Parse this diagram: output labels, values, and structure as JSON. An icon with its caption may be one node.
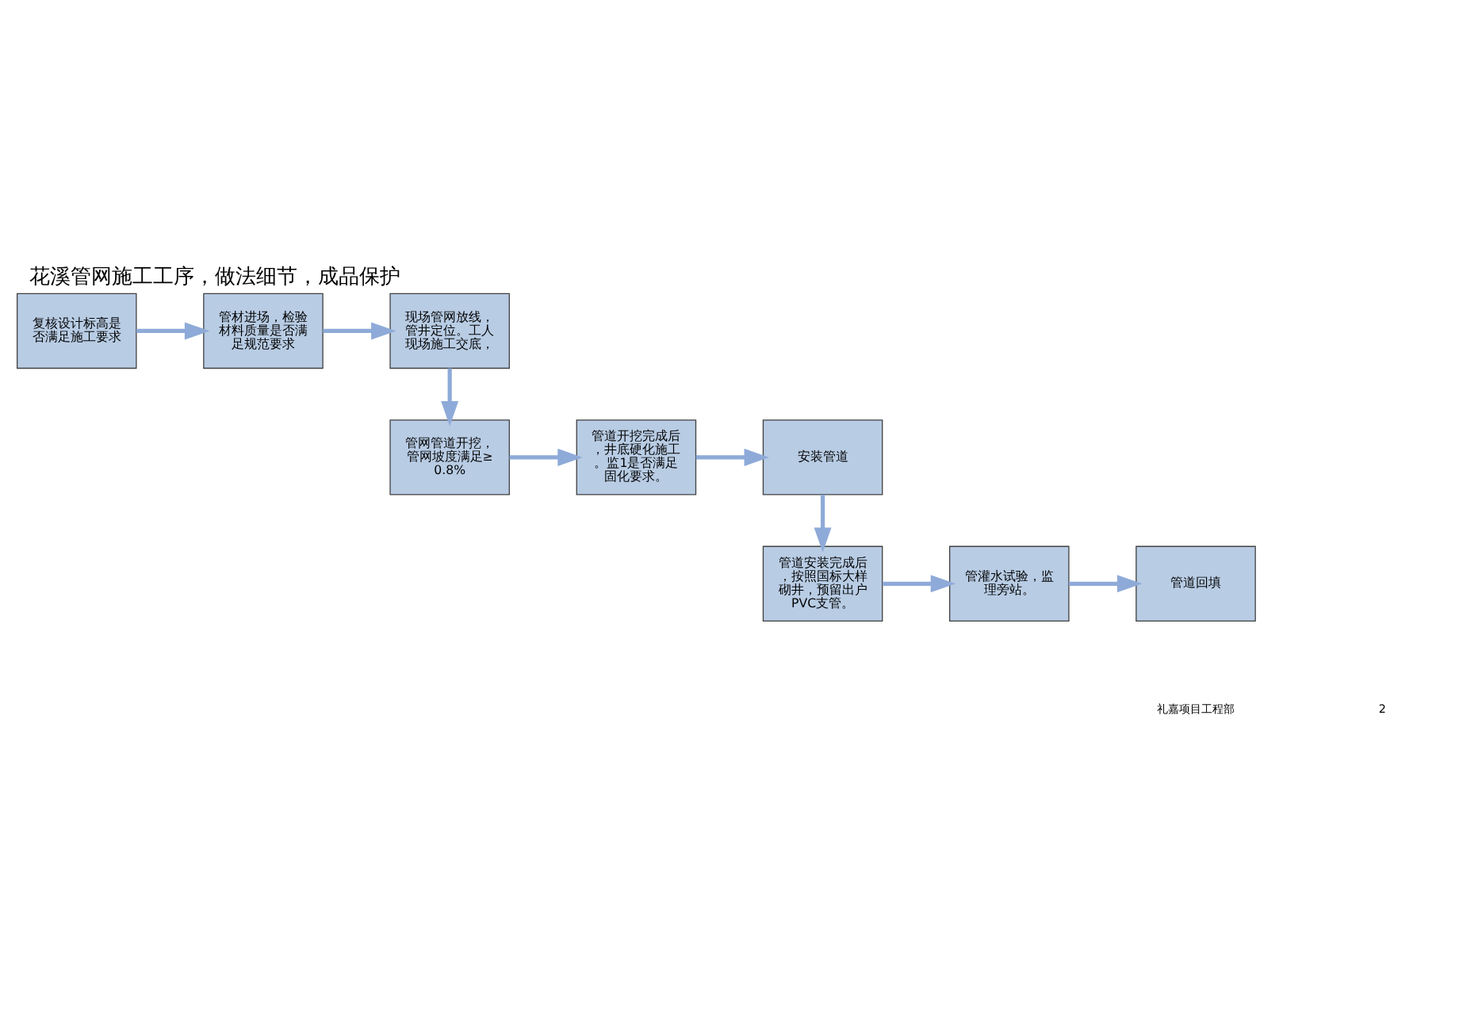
{
  "diagram": {
    "title": "花溪管网施工工序，做法细节，成品保护",
    "nodes": [
      {
        "text": [
          "复核设计标高是否满足施工要求"
        ]
      },
      {
        "text": [
          "管材进场，检验材料质量是否满足规范要求"
        ]
      },
      {
        "text": [
          "现场管网放线，管井定位。工人现场施工交底，"
        ]
      },
      {
        "text": [
          "管网管道开挖，管网坡度满足≥ 0.8%"
        ]
      },
      {
        "text": [
          "管道开挖完成后，井底硬化施工。监1是否满足固化要求。"
        ]
      },
      {
        "text": [
          "安装管道"
        ]
      },
      {
        "text": [
          "管道安装完成后，按照国标大样砌井，预留出户PVC支管。"
        ]
      },
      {
        "text": [
          "管灌水试验，监理旁站。"
        ]
      },
      {
        "text": [
          "管道回填"
        ]
      }
    ],
    "edges": [
      {
        "from": 0,
        "to": 1,
        "arrow": "to"
      },
      {
        "from": 1,
        "to": 2,
        "arrow": "to"
      },
      {
        "from": 2,
        "to": 3,
        "arrow": "to"
      },
      {
        "from": 3,
        "to": 4,
        "arrow": "to"
      },
      {
        "from": 4,
        "to": 5,
        "arrow": "to"
      },
      {
        "from": 5,
        "to": 6,
        "arrow": "to"
      },
      {
        "from": 6,
        "to": 7,
        "arrow": "to"
      },
      {
        "from": 7,
        "to": 8,
        "arrow": "to"
      }
    ],
    "labels": [
      "礼嘉项目工程部",
      "2"
    ]
  }
}
